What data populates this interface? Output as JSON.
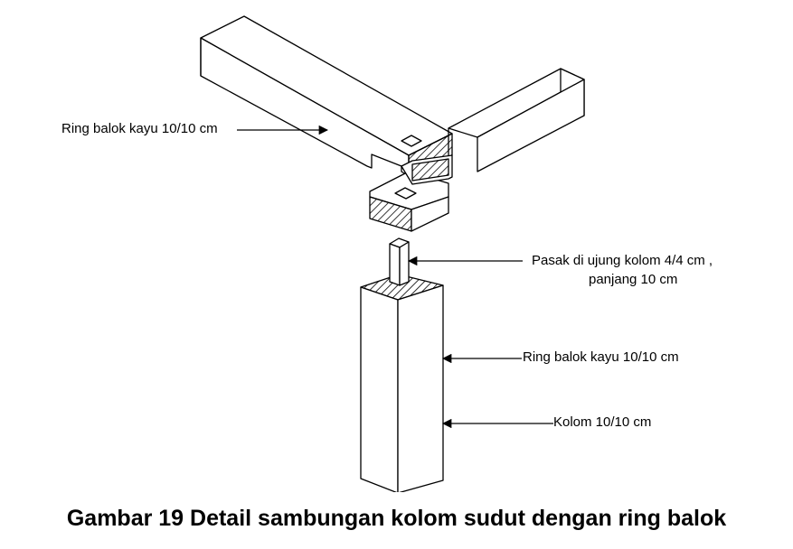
{
  "labels": {
    "ring_top": "Ring balok kayu  10/10 cm",
    "pasak_line1": "Pasak di ujung kolom   4/4 cm ,",
    "pasak_line2": "panjang 10 cm",
    "ring_mid": "Ring balok kayu  10/10 cm",
    "kolom": "Kolom  10/10 cm"
  },
  "caption": "Gambar 19 Detail sambungan kolom sudut dengan ring balok",
  "colors": {
    "line": "#000000",
    "background": "#ffffff"
  }
}
